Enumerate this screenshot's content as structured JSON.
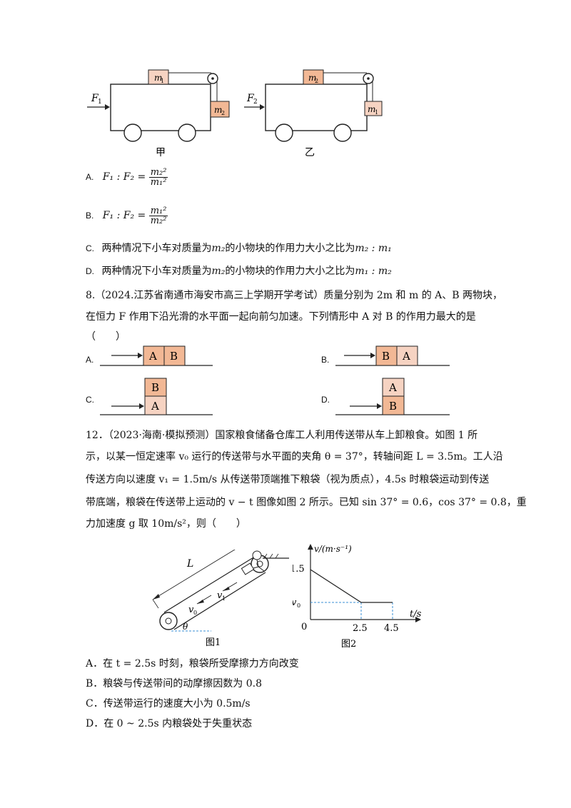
{
  "q7": {
    "fig_left": {
      "caption": "甲",
      "force": "F",
      "force_sub": "1",
      "top_block": "m",
      "top_block_sub": "1",
      "side_block": "m",
      "side_block_sub": "2"
    },
    "fig_right": {
      "caption": "乙",
      "force": "F",
      "force_sub": "2",
      "top_block": "m",
      "top_block_sub": "2",
      "side_block": "m",
      "side_block_sub": "1"
    },
    "options": [
      {
        "label": "A.",
        "prefix": "F₁ : F₂ =",
        "num": "m₂²",
        "den": "m₁²"
      },
      {
        "label": "B.",
        "prefix": "F₁ : F₂ =",
        "num": "m₁²",
        "den": "m₂²"
      },
      {
        "label": "C.",
        "text": "两种情况下小车对质量为",
        "mass": "m₂",
        "text2": "的小物块的作用力大小之比为",
        "ratio": "m₂ : m₁"
      },
      {
        "label": "D.",
        "text": "两种情况下小车对质量为",
        "mass": "m₂",
        "text2": "的小物块的作用力大小之比为",
        "ratio": "m₁ : m₂"
      }
    ]
  },
  "q8": {
    "line1": "8.（2024.江苏省南通市海安市高三上学期开学考试）质量分别为 2m 和 m 的 A、B 两物块，",
    "line2": "在恒力 F 作用下沿光滑的水平面一起向前匀加速。下列情形中 A 对 B 的作用力最大的是",
    "line3": "（　　）",
    "options": [
      {
        "label": "A.",
        "blocks": [
          "A",
          "B"
        ]
      },
      {
        "label": "B.",
        "blocks": [
          "B",
          "A"
        ]
      },
      {
        "label": "C.",
        "top": "B",
        "bottom": "A"
      },
      {
        "label": "D.",
        "top": "A",
        "bottom": "B"
      }
    ]
  },
  "q12": {
    "line1": "12．（2023·海南·模拟预测）国家粮食储备仓库工人利用传送带从车上卸粮食。如图 1 所",
    "line2": "示，以某一恒定速率 v₀ 运行的传送带与水平面的夹角 θ = 37°，转轴间距 L = 3.5m。工人沿",
    "line3": "传送方向以速度 v₁ = 1.5m/s 从传送带顶端推下粮袋（视为质点），4.5s 时粮袋运动到传送",
    "line4": "带底端，粮袋在传送带上运动的 v − t 图像如图 2 所示。已知 sin 37° = 0.6，cos 37° = 0.8，重",
    "line5": "力加速度 g 取 10m/s²，则（　　）",
    "fig1": {
      "caption": "图1",
      "L": "L",
      "v1": "v",
      "v1_sub": "1",
      "v0": "v",
      "v0_sub": "0",
      "theta": "θ"
    },
    "fig2": {
      "caption": "图2",
      "ylabel": "v/(m·s⁻¹)",
      "xlabel": "t/s",
      "y_tick": "1.5",
      "y_v0": "v",
      "y_v0_sub": "0",
      "origin": "0",
      "x_ticks": [
        "2.5",
        "4.5"
      ]
    },
    "chart_data": {
      "type": "line",
      "x": [
        0,
        2.5,
        4.5
      ],
      "y_top": 1.5
    },
    "options": [
      {
        "label": "A．",
        "text": "在 t = 2.5s 时刻，粮袋所受摩擦力方向改变"
      },
      {
        "label": "B．",
        "text": "粮袋与传送带间的动摩擦因数为 0.8"
      },
      {
        "label": "C．",
        "text": "传送带运行的速度大小为 0.5m/s"
      },
      {
        "label": "D．",
        "text": "在 0 ~ 2.5s 内粮袋处于失重状态"
      }
    ]
  }
}
